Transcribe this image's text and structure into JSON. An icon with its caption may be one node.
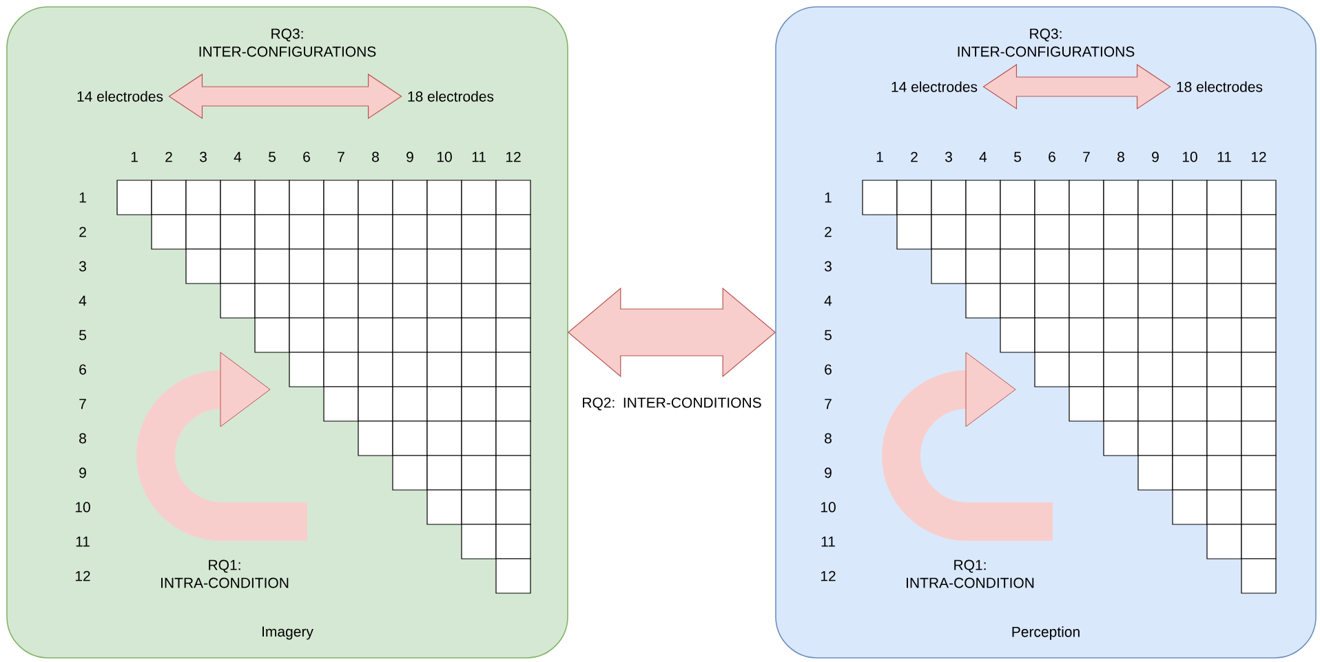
{
  "diagram": {
    "nodes": [
      {
        "text": [
          "RQ3: INTER-CONFIGURATIONS",
          "Imagery"
        ]
      },
      {
        "text": [
          "14 electrodes"
        ],
        "in": 0
      },
      {
        "text": [
          "18 electrodes"
        ],
        "in": 0
      },
      {
        "text": [
          "RQ3: INTER-CONFIGURATIONS",
          "Perception"
        ]
      },
      {
        "text": [
          "14 electrodes"
        ],
        "in": 3
      },
      {
        "text": [
          "18 electrodes"
        ],
        "in": 3
      }
    ],
    "edges": [
      {
        "from": 1,
        "to": 2,
        "arrow": "both"
      },
      {
        "from": 0,
        "to": 3,
        "arrow": "both",
        "style": "thick",
        "label": "RQ2: INTER-CONDITIONS"
      },
      {
        "from": 4,
        "to": 5,
        "arrow": "both"
      }
    ],
    "labels": [
      "1",
      "2",
      "3",
      "4",
      "5",
      "6",
      "7",
      "8",
      "9",
      "10",
      "11",
      "12",
      "1",
      "2",
      "3",
      "4",
      "5",
      "6",
      "7",
      "8",
      "9",
      "10",
      "11",
      "12",
      "RQ1: INTRA-CONDITION",
      "1",
      "2",
      "3",
      "4",
      "5",
      "6",
      "7",
      "8",
      "9",
      "10",
      "11",
      "12",
      "1",
      "2",
      "3",
      "4",
      "5",
      "6",
      "7",
      "8",
      "9",
      "10",
      "11",
      "12",
      "RQ1: INTRA-CONDITION"
    ]
  }
}
